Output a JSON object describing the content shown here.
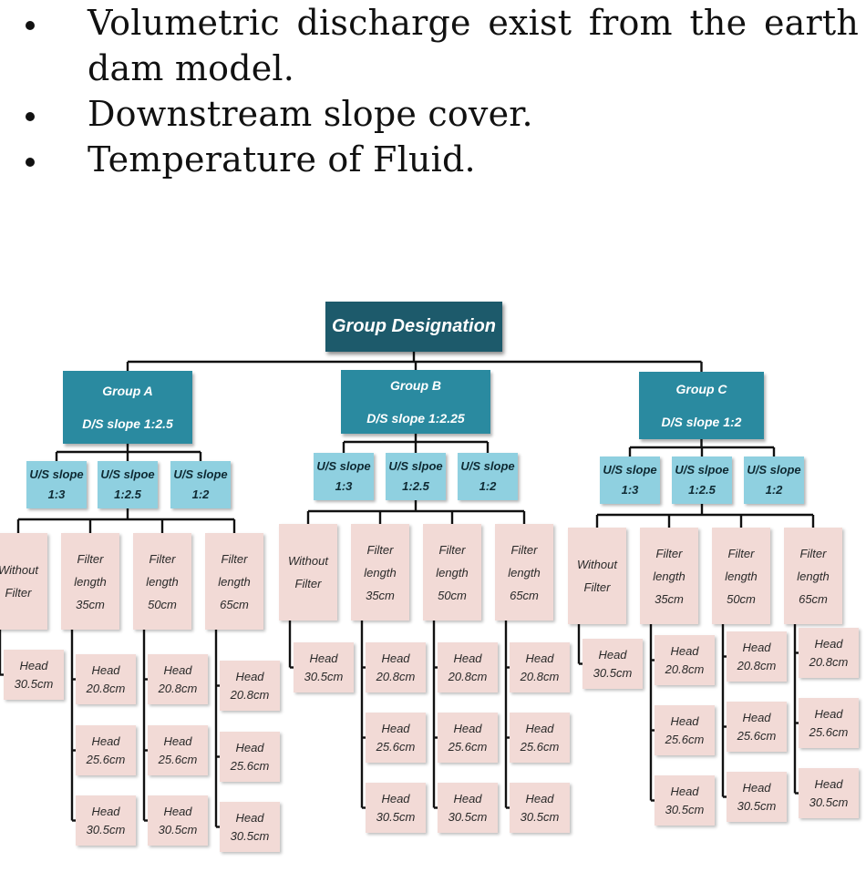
{
  "bullets": [
    "Volumetric discharge exist from the earth dam model.",
    "Downstream slope cover.",
    "Temperature of Fluid."
  ],
  "diagram": {
    "root": "Group Designation",
    "groups": [
      {
        "name": "Group A",
        "slope": "D/S slope 1:2.5",
        "us_slopes": [
          {
            "label": "U/S slope",
            "ratio": "1:3"
          },
          {
            "label": "U/S slpoe",
            "ratio": "1:2.5"
          },
          {
            "label": "U/S slope",
            "ratio": "1:2"
          }
        ],
        "filters": [
          {
            "lines": [
              "Without",
              "Filter"
            ],
            "heads": [
              [
                "Head",
                "30.5cm"
              ]
            ]
          },
          {
            "lines": [
              "Filter",
              "length",
              "35cm"
            ],
            "heads": [
              [
                "Head",
                "20.8cm"
              ],
              [
                "Head",
                "25.6cm"
              ],
              [
                "Head",
                "30.5cm"
              ]
            ]
          },
          {
            "lines": [
              "Filter",
              "length",
              "50cm"
            ],
            "heads": [
              [
                "Head",
                "20.8cm"
              ],
              [
                "Head",
                "25.6cm"
              ],
              [
                "Head",
                "30.5cm"
              ]
            ]
          },
          {
            "lines": [
              "Filter",
              "length",
              "65cm"
            ],
            "heads": [
              [
                "Head",
                "20.8cm"
              ],
              [
                "Head",
                "25.6cm"
              ],
              [
                "Head",
                "30.5cm"
              ]
            ]
          }
        ]
      },
      {
        "name": "Group B",
        "slope": "D/S slope 1:2.25",
        "us_slopes": [
          {
            "label": "U/S slope",
            "ratio": "1:3"
          },
          {
            "label": "U/S slpoe",
            "ratio": "1:2.5"
          },
          {
            "label": "U/S slope",
            "ratio": "1:2"
          }
        ],
        "filters": [
          {
            "lines": [
              "Without",
              "Filter"
            ],
            "heads": [
              [
                "Head",
                "30.5cm"
              ]
            ]
          },
          {
            "lines": [
              "Filter",
              "length",
              "35cm"
            ],
            "heads": [
              [
                "Head",
                "20.8cm"
              ],
              [
                "Head",
                "25.6cm"
              ],
              [
                "Head",
                "30.5cm"
              ]
            ]
          },
          {
            "lines": [
              "Filter",
              "length",
              "50cm"
            ],
            "heads": [
              [
                "Head",
                "20.8cm"
              ],
              [
                "Head",
                "25.6cm"
              ],
              [
                "Head",
                "30.5cm"
              ]
            ]
          },
          {
            "lines": [
              "Filter",
              "length",
              "65cm"
            ],
            "heads": [
              [
                "Head",
                "20.8cm"
              ],
              [
                "Head",
                "25.6cm"
              ],
              [
                "Head",
                "30.5cm"
              ]
            ]
          }
        ]
      },
      {
        "name": "Group C",
        "slope": "D/S slope 1:2",
        "us_slopes": [
          {
            "label": "U/S slope",
            "ratio": "1:3"
          },
          {
            "label": "U/S slpoe",
            "ratio": "1:2.5"
          },
          {
            "label": "U/S slope",
            "ratio": "1:2"
          }
        ],
        "filters": [
          {
            "lines": [
              "Without",
              "Filter"
            ],
            "heads": [
              [
                "Head",
                "30.5cm"
              ]
            ]
          },
          {
            "lines": [
              "Filter",
              "length",
              "35cm"
            ],
            "heads": [
              [
                "Head",
                "20.8cm"
              ],
              [
                "Head",
                "25.6cm"
              ],
              [
                "Head",
                "30.5cm"
              ]
            ]
          },
          {
            "lines": [
              "Filter",
              "length",
              "50cm"
            ],
            "heads": [
              [
                "Head",
                "20.8cm"
              ],
              [
                "Head",
                "25.6cm"
              ],
              [
                "Head",
                "30.5cm"
              ]
            ]
          },
          {
            "lines": [
              "Filter",
              "length",
              "65cm"
            ],
            "heads": [
              [
                "Head",
                "20.8cm"
              ],
              [
                "Head",
                "25.6cm"
              ],
              [
                "Head",
                "30.5cm"
              ]
            ]
          }
        ]
      }
    ]
  },
  "colors": {
    "root": "#1d5a6b",
    "group": "#2a8aa0",
    "us_slope": "#8fd0e0",
    "filter_and_head": "#f2dad6",
    "connector": "#111111"
  }
}
